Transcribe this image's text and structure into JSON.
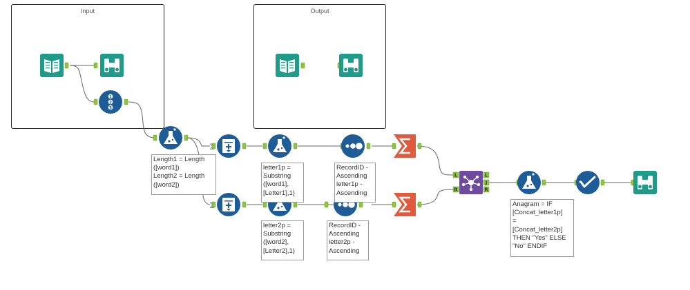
{
  "containers": {
    "input_title": "Input",
    "output_title": "Output"
  },
  "annotations": {
    "formula_lengths": "Length1 = Length\n([word1])\nLength2 = Length\n([word2])",
    "letter1": "letter1p =\nSubstring\n([word1],\n[Letter1],1)",
    "letter2": "letter2p =\nSubstring\n([word2],\n[Letter2],1)",
    "sort1": "RecordID -\nAscending\nletter1p -\nAscending",
    "sort2": "RecordID -\nAscending\nletter2p -\nAscending",
    "anagram": "Anagram = IF\n[Concat_letter1p]\n=\n[Concat_letter2p]\nTHEN \"Yes\" ELSE\n\"No\" ENDIF"
  },
  "join_anchor_labels": {
    "left_in": "L",
    "right_in": "R",
    "left_out": "L",
    "join_out": "J",
    "right_out": "R"
  },
  "colors": {
    "input_output_tool": "#1f9b8a",
    "preparation_tool": "#1d5c96",
    "summarize_tool": "#e05a3e",
    "join_tool": "#6e4aa0",
    "connector": "#666666",
    "anchor": "#8dc63f"
  },
  "icons": {
    "input_data": "book-icon",
    "browse": "binoculars-icon",
    "record_id": "numbered-list-icon",
    "formula": "flask-icon",
    "generate_rows": "generate-rows-icon",
    "sort": "dots-icon",
    "summarize": "sigma-icon",
    "join": "join-icon",
    "filter": "check-icon"
  }
}
